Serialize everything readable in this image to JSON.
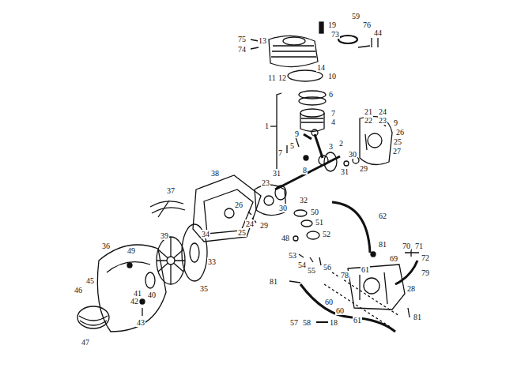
{
  "diagram": {
    "labels": [
      "19",
      "59",
      "75",
      "74",
      "13",
      "73",
      "76",
      "44",
      "11",
      "12",
      "14",
      "10",
      "6",
      "7",
      "4",
      "21",
      "22",
      "24",
      "23",
      "9",
      "26",
      "25",
      "27",
      "29",
      "30",
      "31",
      "1",
      "9",
      "5",
      "3",
      "2",
      "7",
      "8",
      "32",
      "38",
      "31",
      "23",
      "30",
      "37",
      "26",
      "24",
      "25",
      "29",
      "50",
      "51",
      "52",
      "48",
      "53",
      "54",
      "55",
      "56",
      "62",
      "81",
      "70",
      "71",
      "69",
      "72",
      "79",
      "78",
      "61",
      "28",
      "81",
      "60",
      "60",
      "61",
      "81",
      "57",
      "58",
      "18",
      "36",
      "49",
      "39",
      "34",
      "33",
      "35",
      "40",
      "41",
      "42",
      "43",
      "45",
      "46",
      "47"
    ]
  }
}
